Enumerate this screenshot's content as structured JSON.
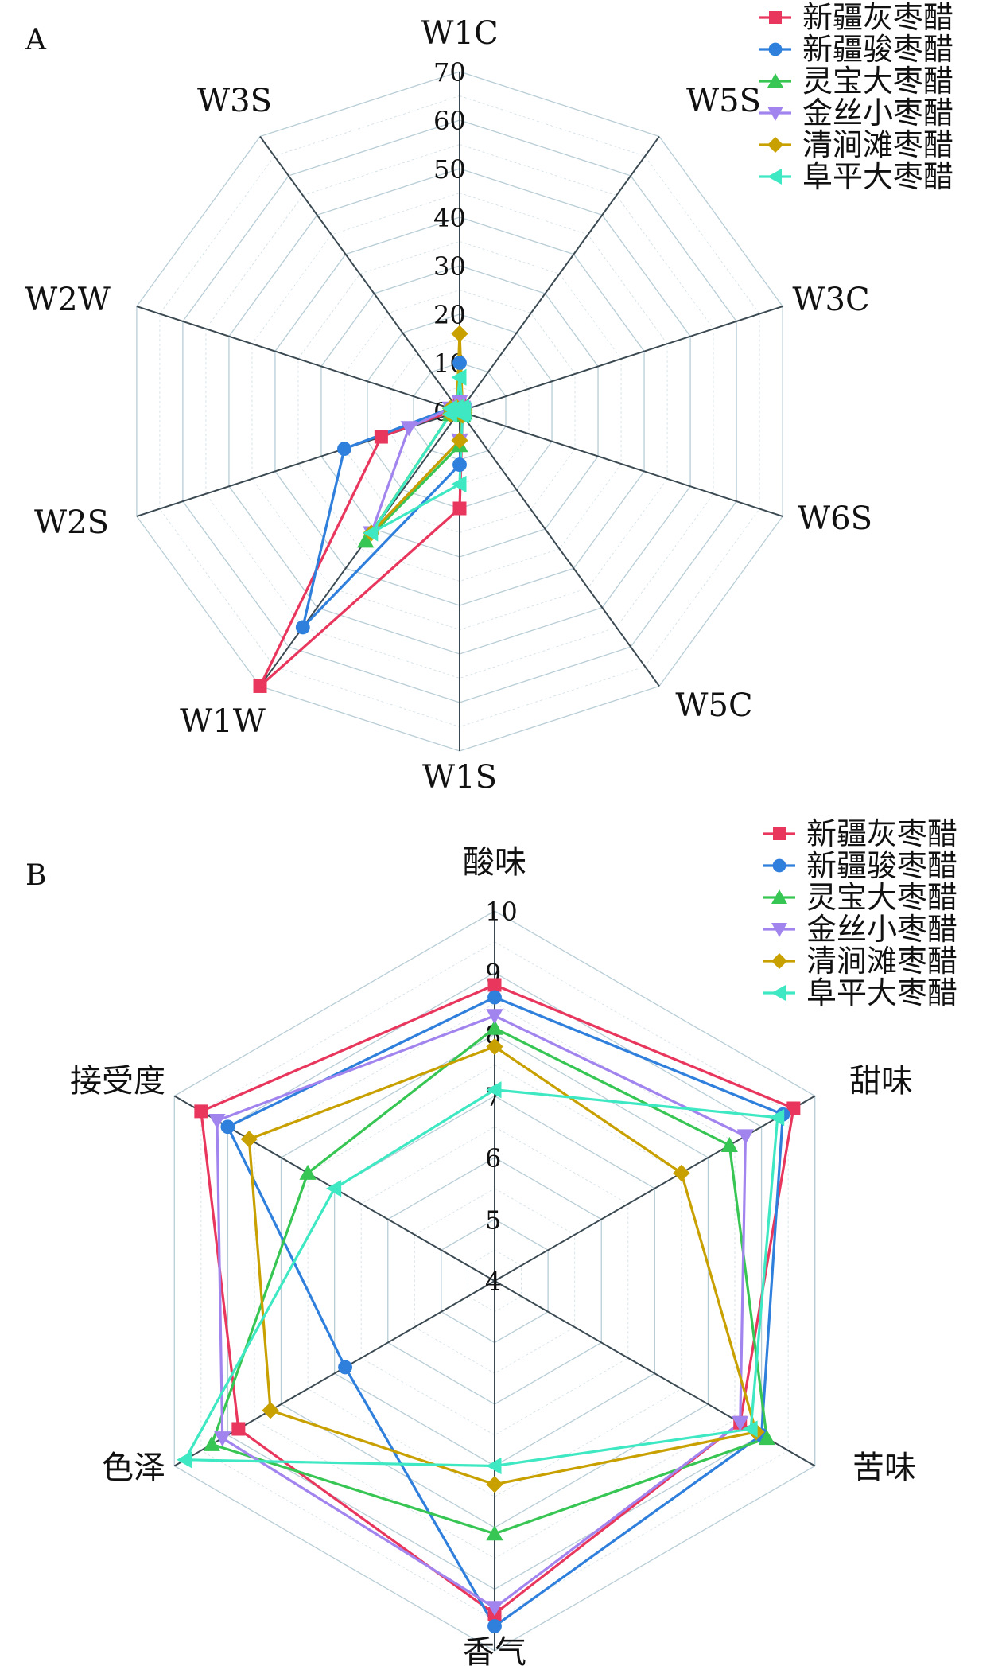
{
  "chart_data": [
    {
      "type": "radar",
      "panel_label": "A",
      "axes": [
        "W1C",
        "W5S",
        "W3C",
        "W6S",
        "W5C",
        "W1S",
        "W1W",
        "W2S",
        "W2W",
        "W3S"
      ],
      "rlim": [
        0,
        70
      ],
      "ticks": [
        "0",
        "10",
        "20",
        "30",
        "40",
        "50",
        "60",
        "70"
      ],
      "grid": true,
      "legend_position": "top-right",
      "series": [
        {
          "name": "新疆灰枣醋",
          "color": "#e8365d",
          "marker": "square",
          "values": [
            2,
            1,
            1,
            1,
            1,
            20,
            70,
            17,
            1,
            1
          ]
        },
        {
          "name": "新疆骏枣醋",
          "color": "#2f7fdc",
          "marker": "circle",
          "values": [
            10,
            1,
            1,
            1,
            1,
            11,
            55,
            25,
            2,
            1
          ]
        },
        {
          "name": "灵宝大枣醋",
          "color": "#37c653",
          "marker": "triangle-up",
          "values": [
            2,
            1,
            1,
            1,
            1,
            7,
            33,
            2,
            2,
            1
          ]
        },
        {
          "name": "金丝小枣醋",
          "color": "#a284ee",
          "marker": "triangle-down",
          "values": [
            2,
            1,
            1,
            1,
            1,
            6,
            31,
            11,
            2,
            1
          ]
        },
        {
          "name": "清涧滩枣醋",
          "color": "#c8a000",
          "marker": "diamond",
          "values": [
            16,
            1,
            1,
            1,
            1,
            6,
            31,
            2,
            2,
            1
          ]
        },
        {
          "name": "阜平大枣醋",
          "color": "#3ee8c3",
          "marker": "triangle-left",
          "values": [
            7,
            1,
            1,
            1,
            1,
            15,
            31,
            2,
            2,
            1
          ]
        }
      ]
    },
    {
      "type": "radar",
      "panel_label": "B",
      "axes": [
        "酸味",
        "甜味",
        "苦味",
        "香气",
        "色泽",
        "接受度"
      ],
      "rlim": [
        4,
        10
      ],
      "ticks": [
        "4",
        "5",
        "6",
        "7",
        "8",
        "9",
        "10"
      ],
      "grid": true,
      "legend_position": "top-right",
      "series": [
        {
          "name": "新疆灰枣醋",
          "color": "#e8365d",
          "marker": "square",
          "values": [
            8.8,
            9.6,
            8.6,
            9.4,
            8.8,
            9.5
          ]
        },
        {
          "name": "新疆骏枣醋",
          "color": "#2f7fdc",
          "marker": "circle",
          "values": [
            8.6,
            9.4,
            9.0,
            9.6,
            6.8,
            9.0
          ]
        },
        {
          "name": "灵宝大枣醋",
          "color": "#37c653",
          "marker": "triangle-up",
          "values": [
            8.1,
            8.4,
            9.1,
            8.1,
            9.3,
            7.5
          ]
        },
        {
          "name": "金丝小枣醋",
          "color": "#a284ee",
          "marker": "triangle-down",
          "values": [
            8.3,
            8.7,
            8.6,
            9.3,
            9.1,
            9.2
          ]
        },
        {
          "name": "清涧滩枣醋",
          "color": "#c8a000",
          "marker": "diamond",
          "values": [
            7.8,
            7.5,
            8.9,
            7.3,
            8.2,
            8.6
          ]
        },
        {
          "name": "阜平大枣醋",
          "color": "#3ee8c3",
          "marker": "triangle-left",
          "values": [
            7.1,
            9.3,
            8.8,
            7.0,
            9.8,
            7.0
          ]
        }
      ]
    }
  ]
}
